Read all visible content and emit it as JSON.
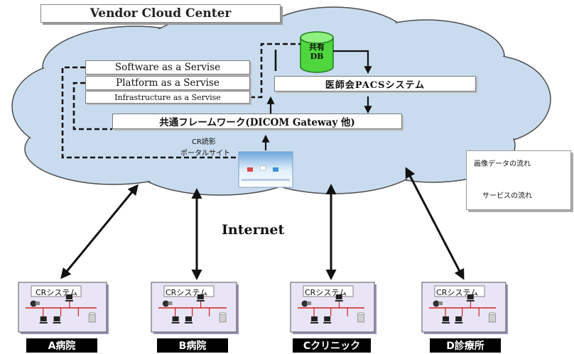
{
  "header": {
    "title": "Vendor Cloud Center"
  },
  "cloud": {
    "services": {
      "saas": "Software as a Servise",
      "paas": "Platform as a Servise",
      "iaas": "Infrastructure as a Servise"
    },
    "shared_db_label": "共有DB",
    "pacs_label": "医師会PACSシステム",
    "framework_label": "共通フレームワーク(DICOM Gateway 他)",
    "portal_label_line1": "CR読影",
    "portal_label_line2": "ポータルサイト"
  },
  "network": {
    "internet_label": "Internet"
  },
  "legend": {
    "image_data_flow": "画像データの流れ",
    "service_flow": "サービスの流れ"
  },
  "sites": [
    {
      "system_label": "CRシステム",
      "name": "A病院"
    },
    {
      "system_label": "CRシステム",
      "name": "B病院"
    },
    {
      "system_label": "CRシステム",
      "name": "Cクリニック"
    },
    {
      "system_label": "CRシステム",
      "name": "D診療所"
    }
  ],
  "colors": {
    "cloud_fill": "#c9dcef",
    "cloud_stroke": "#4d4d4d",
    "db_fill": "#4fd63f",
    "network_line": "#d42020",
    "site_box_fill": "#e9e5f6"
  }
}
